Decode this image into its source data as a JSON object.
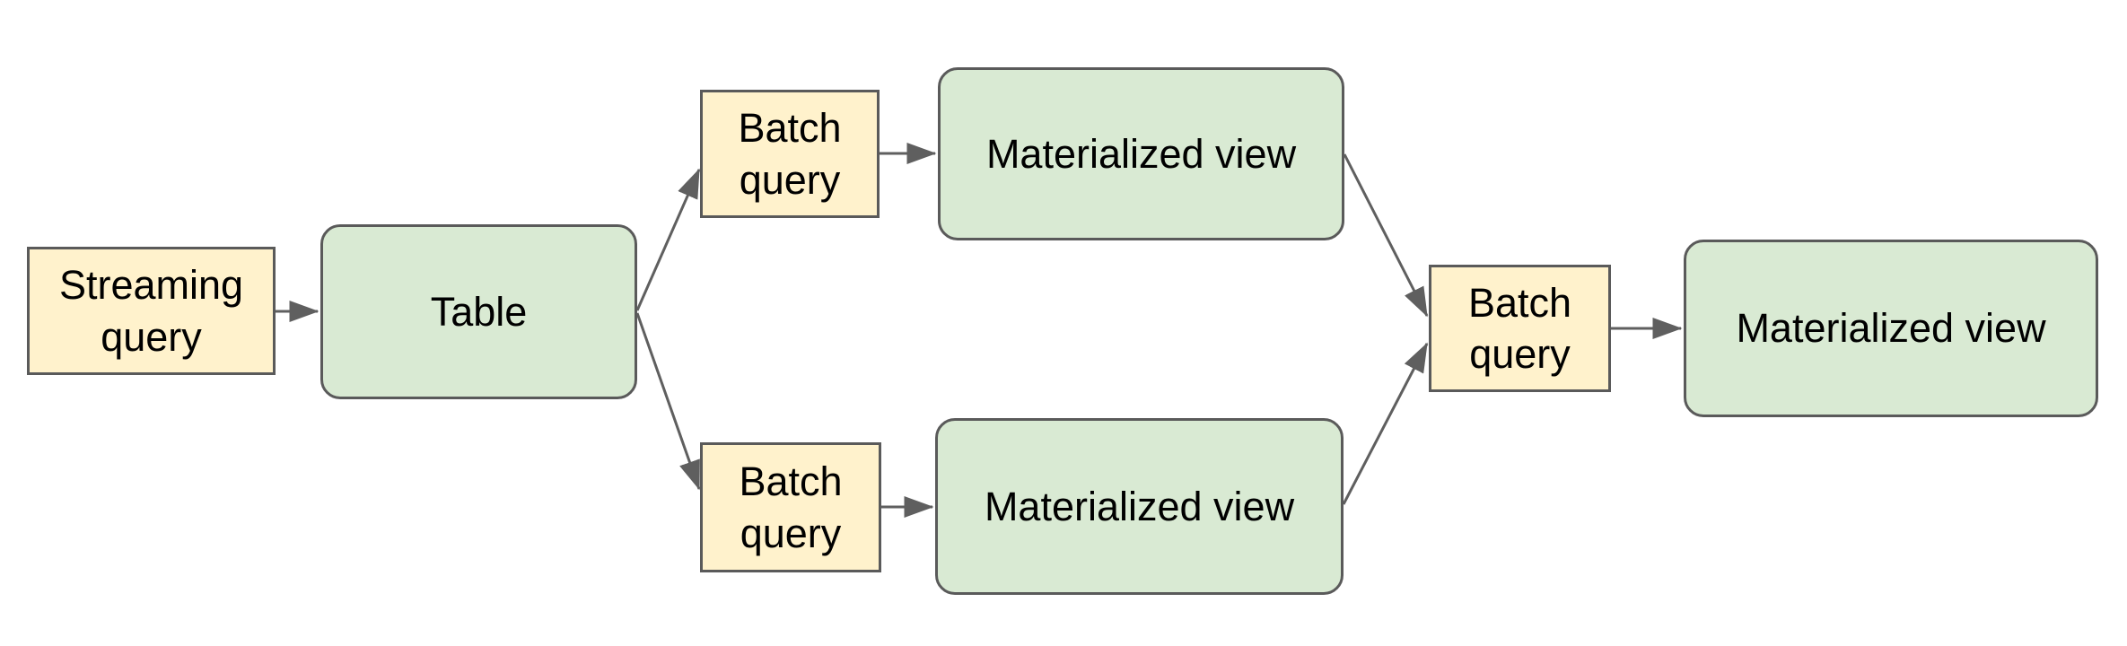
{
  "diagram": {
    "colors": {
      "query_box_fill": "#fff2cc",
      "table_box_fill": "#d9ead3",
      "box_border": "#5a5a5a",
      "arrow": "#5f5f5f",
      "text": "#000000",
      "background": "#ffffff"
    },
    "nodes": [
      {
        "id": "streaming-query",
        "label": "Streaming query",
        "shape": "rectangle",
        "fill": "#fff2cc"
      },
      {
        "id": "table",
        "label": "Table",
        "shape": "rounded-rectangle",
        "fill": "#d9ead3"
      },
      {
        "id": "batch-query-top",
        "label": "Batch query",
        "shape": "rectangle",
        "fill": "#fff2cc"
      },
      {
        "id": "materialized-view-top",
        "label": "Materialized view",
        "shape": "rounded-rectangle",
        "fill": "#d9ead3"
      },
      {
        "id": "batch-query-bottom",
        "label": "Batch query",
        "shape": "rectangle",
        "fill": "#fff2cc"
      },
      {
        "id": "materialized-view-bottom",
        "label": "Materialized view",
        "shape": "rounded-rectangle",
        "fill": "#d9ead3"
      },
      {
        "id": "batch-query-right",
        "label": "Batch query",
        "shape": "rectangle",
        "fill": "#fff2cc"
      },
      {
        "id": "materialized-view-right",
        "label": "Materialized view",
        "shape": "rounded-rectangle",
        "fill": "#d9ead3"
      }
    ],
    "edges": [
      {
        "from": "streaming-query",
        "to": "table"
      },
      {
        "from": "table",
        "to": "batch-query-top"
      },
      {
        "from": "batch-query-top",
        "to": "materialized-view-top"
      },
      {
        "from": "table",
        "to": "batch-query-bottom"
      },
      {
        "from": "batch-query-bottom",
        "to": "materialized-view-bottom"
      },
      {
        "from": "materialized-view-top",
        "to": "batch-query-right"
      },
      {
        "from": "materialized-view-bottom",
        "to": "batch-query-right"
      },
      {
        "from": "batch-query-right",
        "to": "materialized-view-right"
      }
    ]
  }
}
